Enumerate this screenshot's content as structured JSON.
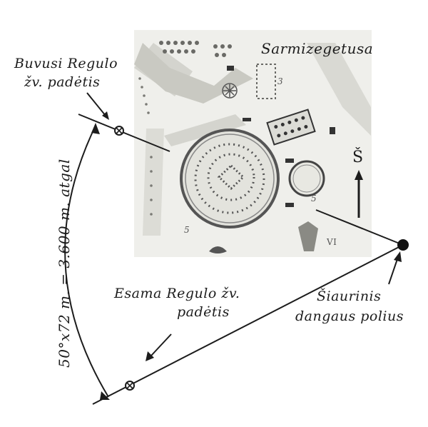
{
  "site_name": "Sarmizegetusa",
  "former_star_label": {
    "line1": "Buvusi Regulo",
    "line2": "žv. padėtis"
  },
  "current_star_label": {
    "line1": "Esama Regulo žv.",
    "line2": "padėtis"
  },
  "pole_label": {
    "line1": "Šiaurinis",
    "line2": "dangaus polius"
  },
  "arc_label": "50°x72 m. = 3.600 m. atgal",
  "north_label": "Š",
  "structure_numbers": [
    "3",
    "5",
    "5",
    "VI"
  ],
  "colors": {
    "ink": "#1c1c1c",
    "map_bg": "#eeeeea",
    "map_shade": "#d2d2cc"
  }
}
